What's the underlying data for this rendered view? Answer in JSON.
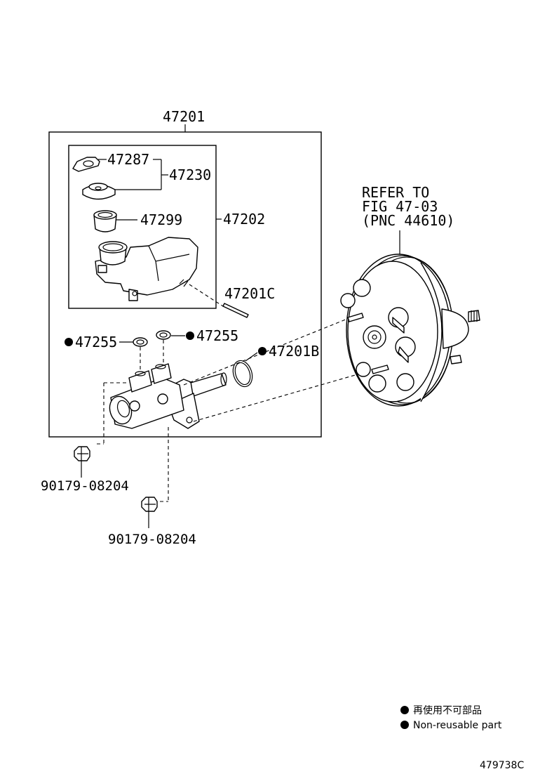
{
  "labels": {
    "assembly": "47201",
    "gasket_cap": "47287",
    "cap_sub": "47230",
    "grommet": "47299",
    "reservoir_sub": "47202",
    "pin": "47201C",
    "grommet_left": "47255",
    "grommet_right": "47255",
    "o_ring": "47201B",
    "nut_1": "90179-08204",
    "nut_2": "90179-08204"
  },
  "refer": {
    "line1": "REFER TO",
    "line2": "FIG 47-03",
    "line3": "(PNC 44610)"
  },
  "legend": {
    "japanese": "再使用不可部品",
    "english": "Non-reusable part"
  },
  "figure_code": "479738C"
}
